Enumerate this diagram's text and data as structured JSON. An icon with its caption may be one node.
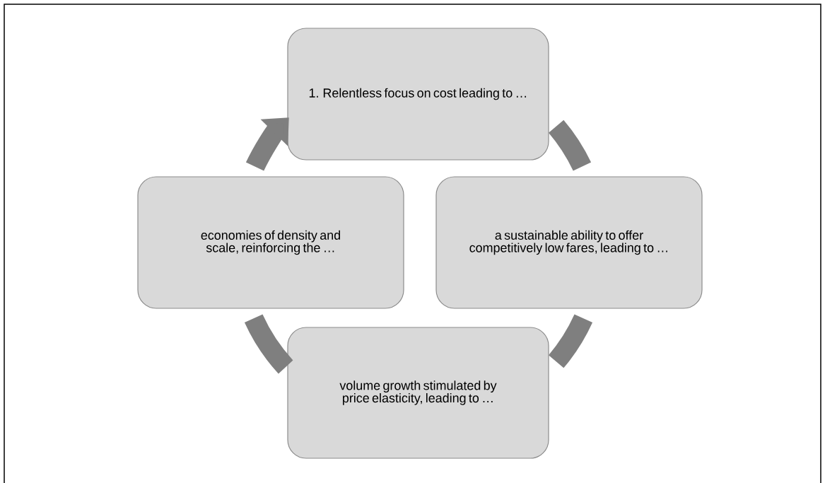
{
  "diagram": {
    "nodes": [
      {
        "text": [
          "1. Relentless focus on cost leading to …"
        ]
      },
      {
        "text": [
          "a sustainable ability to offer competitively low fares, leading to …"
        ]
      },
      {
        "text": [
          "volume growth stimulated by price elasticity, leading to …"
        ]
      },
      {
        "text": [
          "economies of density and scale, reinforcing the …"
        ]
      }
    ],
    "edges": [
      {
        "from": 0,
        "to": 1,
        "arrow": "none"
      },
      {
        "from": 1,
        "to": 2,
        "arrow": "none"
      },
      {
        "from": 2,
        "to": 3,
        "arrow": "none"
      },
      {
        "from": 3,
        "to": 0,
        "arrow": "to"
      }
    ]
  }
}
